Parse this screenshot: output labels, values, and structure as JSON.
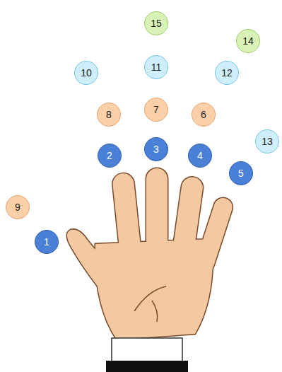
{
  "diagram": {
    "nodes": [
      {
        "text": [
          "15"
        ]
      },
      {
        "text": [
          "14"
        ]
      },
      {
        "text": [
          "10"
        ]
      },
      {
        "text": [
          "11"
        ]
      },
      {
        "text": [
          "12"
        ]
      },
      {
        "text": [
          "8"
        ]
      },
      {
        "text": [
          "7"
        ]
      },
      {
        "text": [
          "6"
        ]
      },
      {
        "text": [
          "13"
        ]
      },
      {
        "text": [
          "2"
        ]
      },
      {
        "text": [
          "3"
        ]
      },
      {
        "text": [
          "4"
        ]
      },
      {
        "text": [
          "5"
        ]
      },
      {
        "text": [
          "9"
        ]
      },
      {
        "text": [
          "1"
        ]
      }
    ]
  }
}
